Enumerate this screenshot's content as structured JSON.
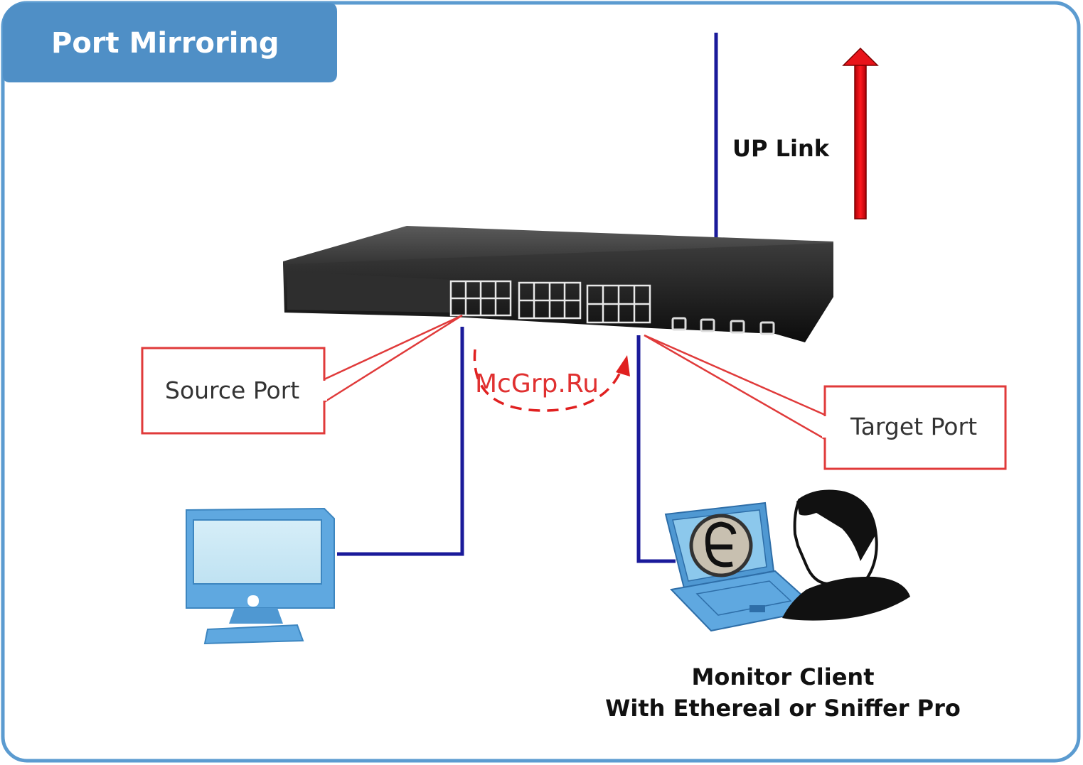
{
  "title": "Port Mirroring",
  "labels": {
    "uplink": "UP Link",
    "source_port": "Source Port",
    "target_port": "Target Port",
    "monitor_line1": "Monitor Client",
    "monitor_line2": "With Ethereal or Sniffer Pro",
    "watermark": "McGrp.Ru"
  },
  "colors": {
    "frame": "#5b9bd0",
    "title_bg": "#4f8fc6",
    "cable": "#1a1a9a",
    "callout": "#e03a3a",
    "uplink_arrow": "#e8141a",
    "mirror_arrow": "#e02020",
    "device_blue": "#5fa8e0"
  },
  "icons": [
    "network-switch-icon",
    "desktop-computer-icon",
    "laptop-icon",
    "person-icon",
    "uplink-arrow-icon",
    "mirror-arrow-icon"
  ]
}
